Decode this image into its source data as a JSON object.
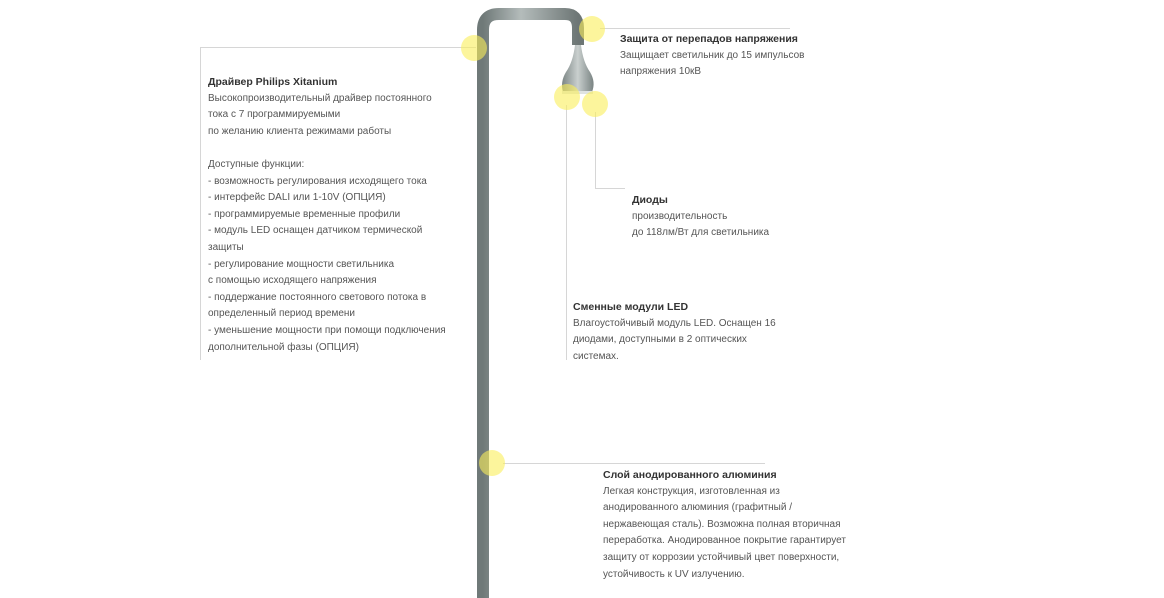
{
  "callouts": {
    "driver": {
      "title": "Драйвер Philips Xitanium",
      "text": "Высокопроизводительный драйвер постоянного\nтока с 7 программируемыми\nпо желанию клиента режимами работы\n\nДоступные функции:\n- возможность регулирования исходящего тока\n- интерфейс DALI или 1-10V (ОПЦИЯ)\n- программируемые временные профили\n- модуль LED оснащен датчиком термической\nзащиты\n- регулирование мощности светильника\nс помощью исходящего напряжения\n- поддержание постоянного светового потока в\nопределенный период времени\n- уменьшение мощности при помощи подключения\nдополнительной фазы (ОПЦИЯ)"
    },
    "surge": {
      "title": "Защита от перепадов напряжения",
      "text": "Защищает светильник до 15 импульсов\nнапряжения 10кВ"
    },
    "diodes": {
      "title": "Диоды",
      "text": "производительность\nдо 118лм/Вт для светильника"
    },
    "modules": {
      "title": "Сменные модули LED",
      "text": "Влагоустойчивый модуль LED. Оснащен 16\nдиодами, доступными в 2 оптических\nсистемах."
    },
    "aluminium": {
      "title": "Слой анодированного алюминия",
      "text": "Легкая конструкция, изготовленная из\nанодированного алюминия (графитный /\nнержавеющая сталь). Возможна полная вторичная\nпереработка. Анодированное покрытие гарантирует\nзащиту от коррозии устойчивый цвет поверхности,\nустойчивость к UV излучению."
    }
  },
  "colors": {
    "hotspot": "#faee5a",
    "pole": "#8a9594"
  }
}
